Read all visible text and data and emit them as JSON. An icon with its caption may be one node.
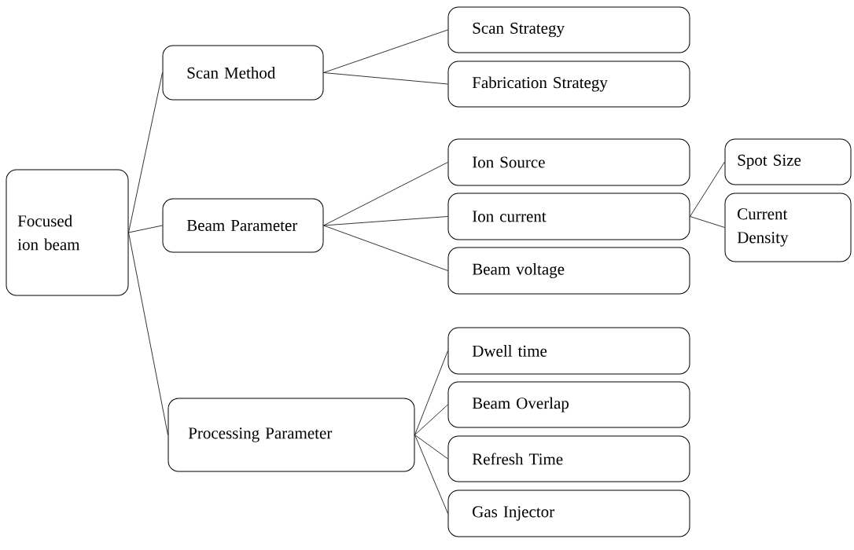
{
  "diagram": {
    "nodes": [
      {
        "text": [
          "Focused ion beam"
        ]
      },
      {
        "text": [
          "Scan Method"
        ]
      },
      {
        "text": [
          "Beam Parameter"
        ]
      },
      {
        "text": [
          "Processing Parameter"
        ]
      },
      {
        "text": [
          "Scan Strategy"
        ]
      },
      {
        "text": [
          "Fabrication  Strategy"
        ]
      },
      {
        "text": [
          "Ion Source"
        ]
      },
      {
        "text": [
          "Ion current"
        ]
      },
      {
        "text": [
          "Beam voltage"
        ]
      },
      {
        "text": [
          "Spot Size"
        ]
      },
      {
        "text": [
          "Current Density"
        ]
      },
      {
        "text": [
          "Dwell time"
        ]
      },
      {
        "text": [
          "Beam Overlap"
        ]
      },
      {
        "text": [
          "Refresh Time"
        ]
      },
      {
        "text": [
          "Gas Injector"
        ]
      }
    ],
    "edges": [
      {
        "from": 0,
        "to": 1,
        "arrow": "none"
      },
      {
        "from": 0,
        "to": 2,
        "arrow": "none"
      },
      {
        "from": 0,
        "to": 3,
        "arrow": "none"
      },
      {
        "from": 1,
        "to": 4,
        "arrow": "none"
      },
      {
        "from": 1,
        "to": 5,
        "arrow": "none"
      },
      {
        "from": 2,
        "to": 6,
        "arrow": "none"
      },
      {
        "from": 2,
        "to": 7,
        "arrow": "none"
      },
      {
        "from": 2,
        "to": 8,
        "arrow": "none"
      },
      {
        "from": 7,
        "to": 9,
        "arrow": "none"
      },
      {
        "from": 7,
        "to": 10,
        "arrow": "none"
      },
      {
        "from": 3,
        "to": 11,
        "arrow": "none"
      },
      {
        "from": 3,
        "to": 12,
        "arrow": "none"
      },
      {
        "from": 3,
        "to": 13,
        "arrow": "none"
      },
      {
        "from": 3,
        "to": 14,
        "arrow": "none"
      }
    ]
  }
}
